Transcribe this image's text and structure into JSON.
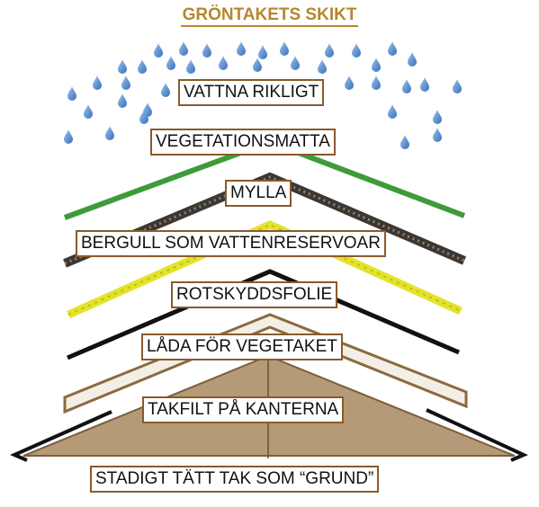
{
  "title": "GRÖNTAKETS SKIKT",
  "layers": [
    {
      "id": "water",
      "label": "VATTNA RIKLIGT"
    },
    {
      "id": "vegmat",
      "label": "VEGETATIONSMATTA",
      "color": "#3f9b3a"
    },
    {
      "id": "soil",
      "label": "MYLLA",
      "color": "#3a3530"
    },
    {
      "id": "rockwool",
      "label": "BERGULL SOM VATTENRESERVOAR",
      "color": "#595450"
    },
    {
      "id": "rootfoil",
      "label": "ROTSKYDDSFOLIE",
      "color": "#dede2a"
    },
    {
      "id": "box",
      "label": "LÅDA FÖR VEGETAKET",
      "color": "#111111"
    },
    {
      "id": "felt",
      "label": "TAKFILT PÅ KANTERNA",
      "color": "#a88a5a"
    },
    {
      "id": "roof",
      "label": "STADIGT TÄTT TAK SOM “GRUND”",
      "color": "#b59a78"
    }
  ],
  "colors": {
    "title": "#b8862e",
    "label_border": "#8a5a2b",
    "raindrop": "#5a8fd0",
    "roof_fill": "#b59a78"
  }
}
